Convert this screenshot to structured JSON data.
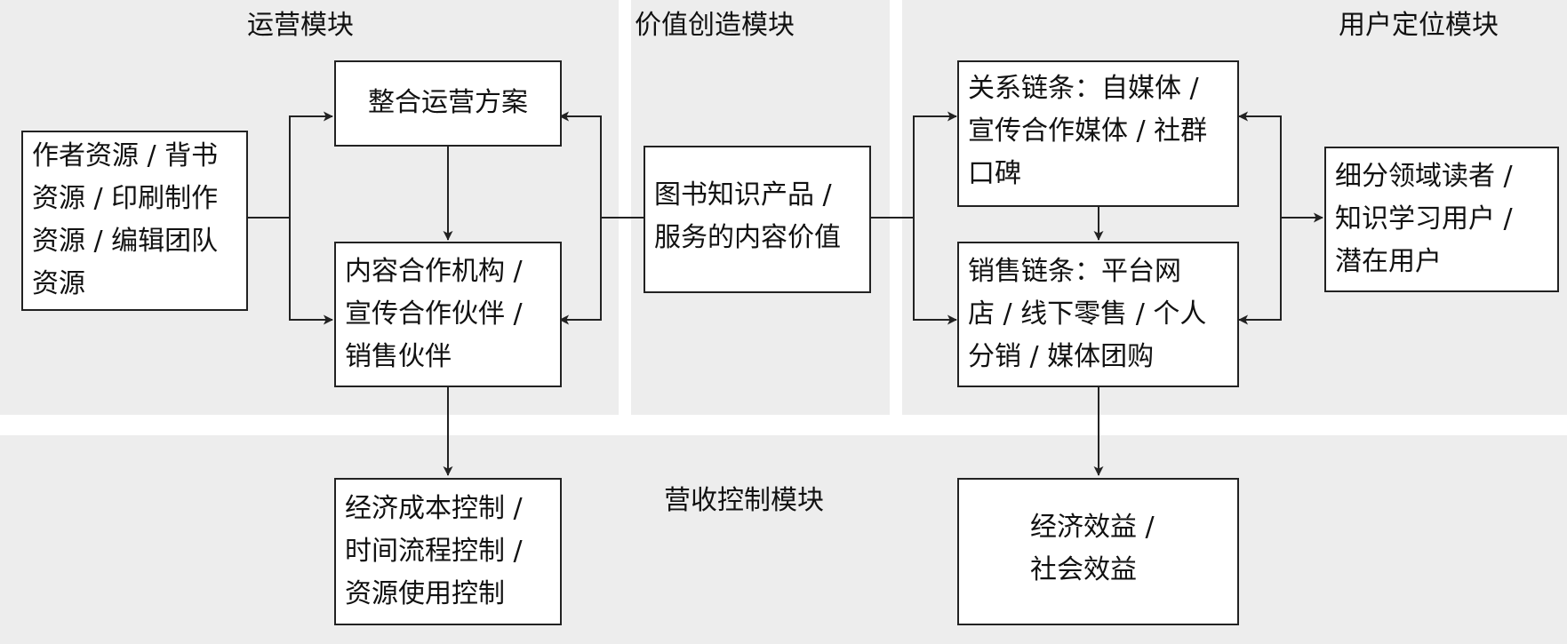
{
  "modules": {
    "operation": "运营模块",
    "value_creation": "价值创造模块",
    "user_positioning": "用户定位模块",
    "revenue_control": "营收控制模块"
  },
  "nodes": {
    "resources": [
      "作者资源 / 背书",
      "资源 / 印刷制作",
      "资源 / 编辑团队",
      "资源"
    ],
    "integrated_plan": [
      "整合运营方案"
    ],
    "partners": [
      "内容合作机构 /",
      "宣传合作伙伴 /",
      "销售伙伴"
    ],
    "cost_control": [
      "经济成本控制 /",
      "时间流程控制 /",
      "资源使用控制"
    ],
    "product_value": [
      "图书知识产品 /",
      "服务的内容价值"
    ],
    "relation_chain": [
      "关系链条：自媒体 /",
      "宣传合作媒体 / 社群",
      "口碑"
    ],
    "sales_chain": [
      "销售链条：平台网",
      "店 / 线下零售 / 个人",
      "分销 / 媒体团购"
    ],
    "target_users": [
      "细分领域读者 /",
      "知识学习用户 /",
      "潜在用户"
    ],
    "benefits": [
      "经济效益 /",
      "社会效益"
    ]
  }
}
